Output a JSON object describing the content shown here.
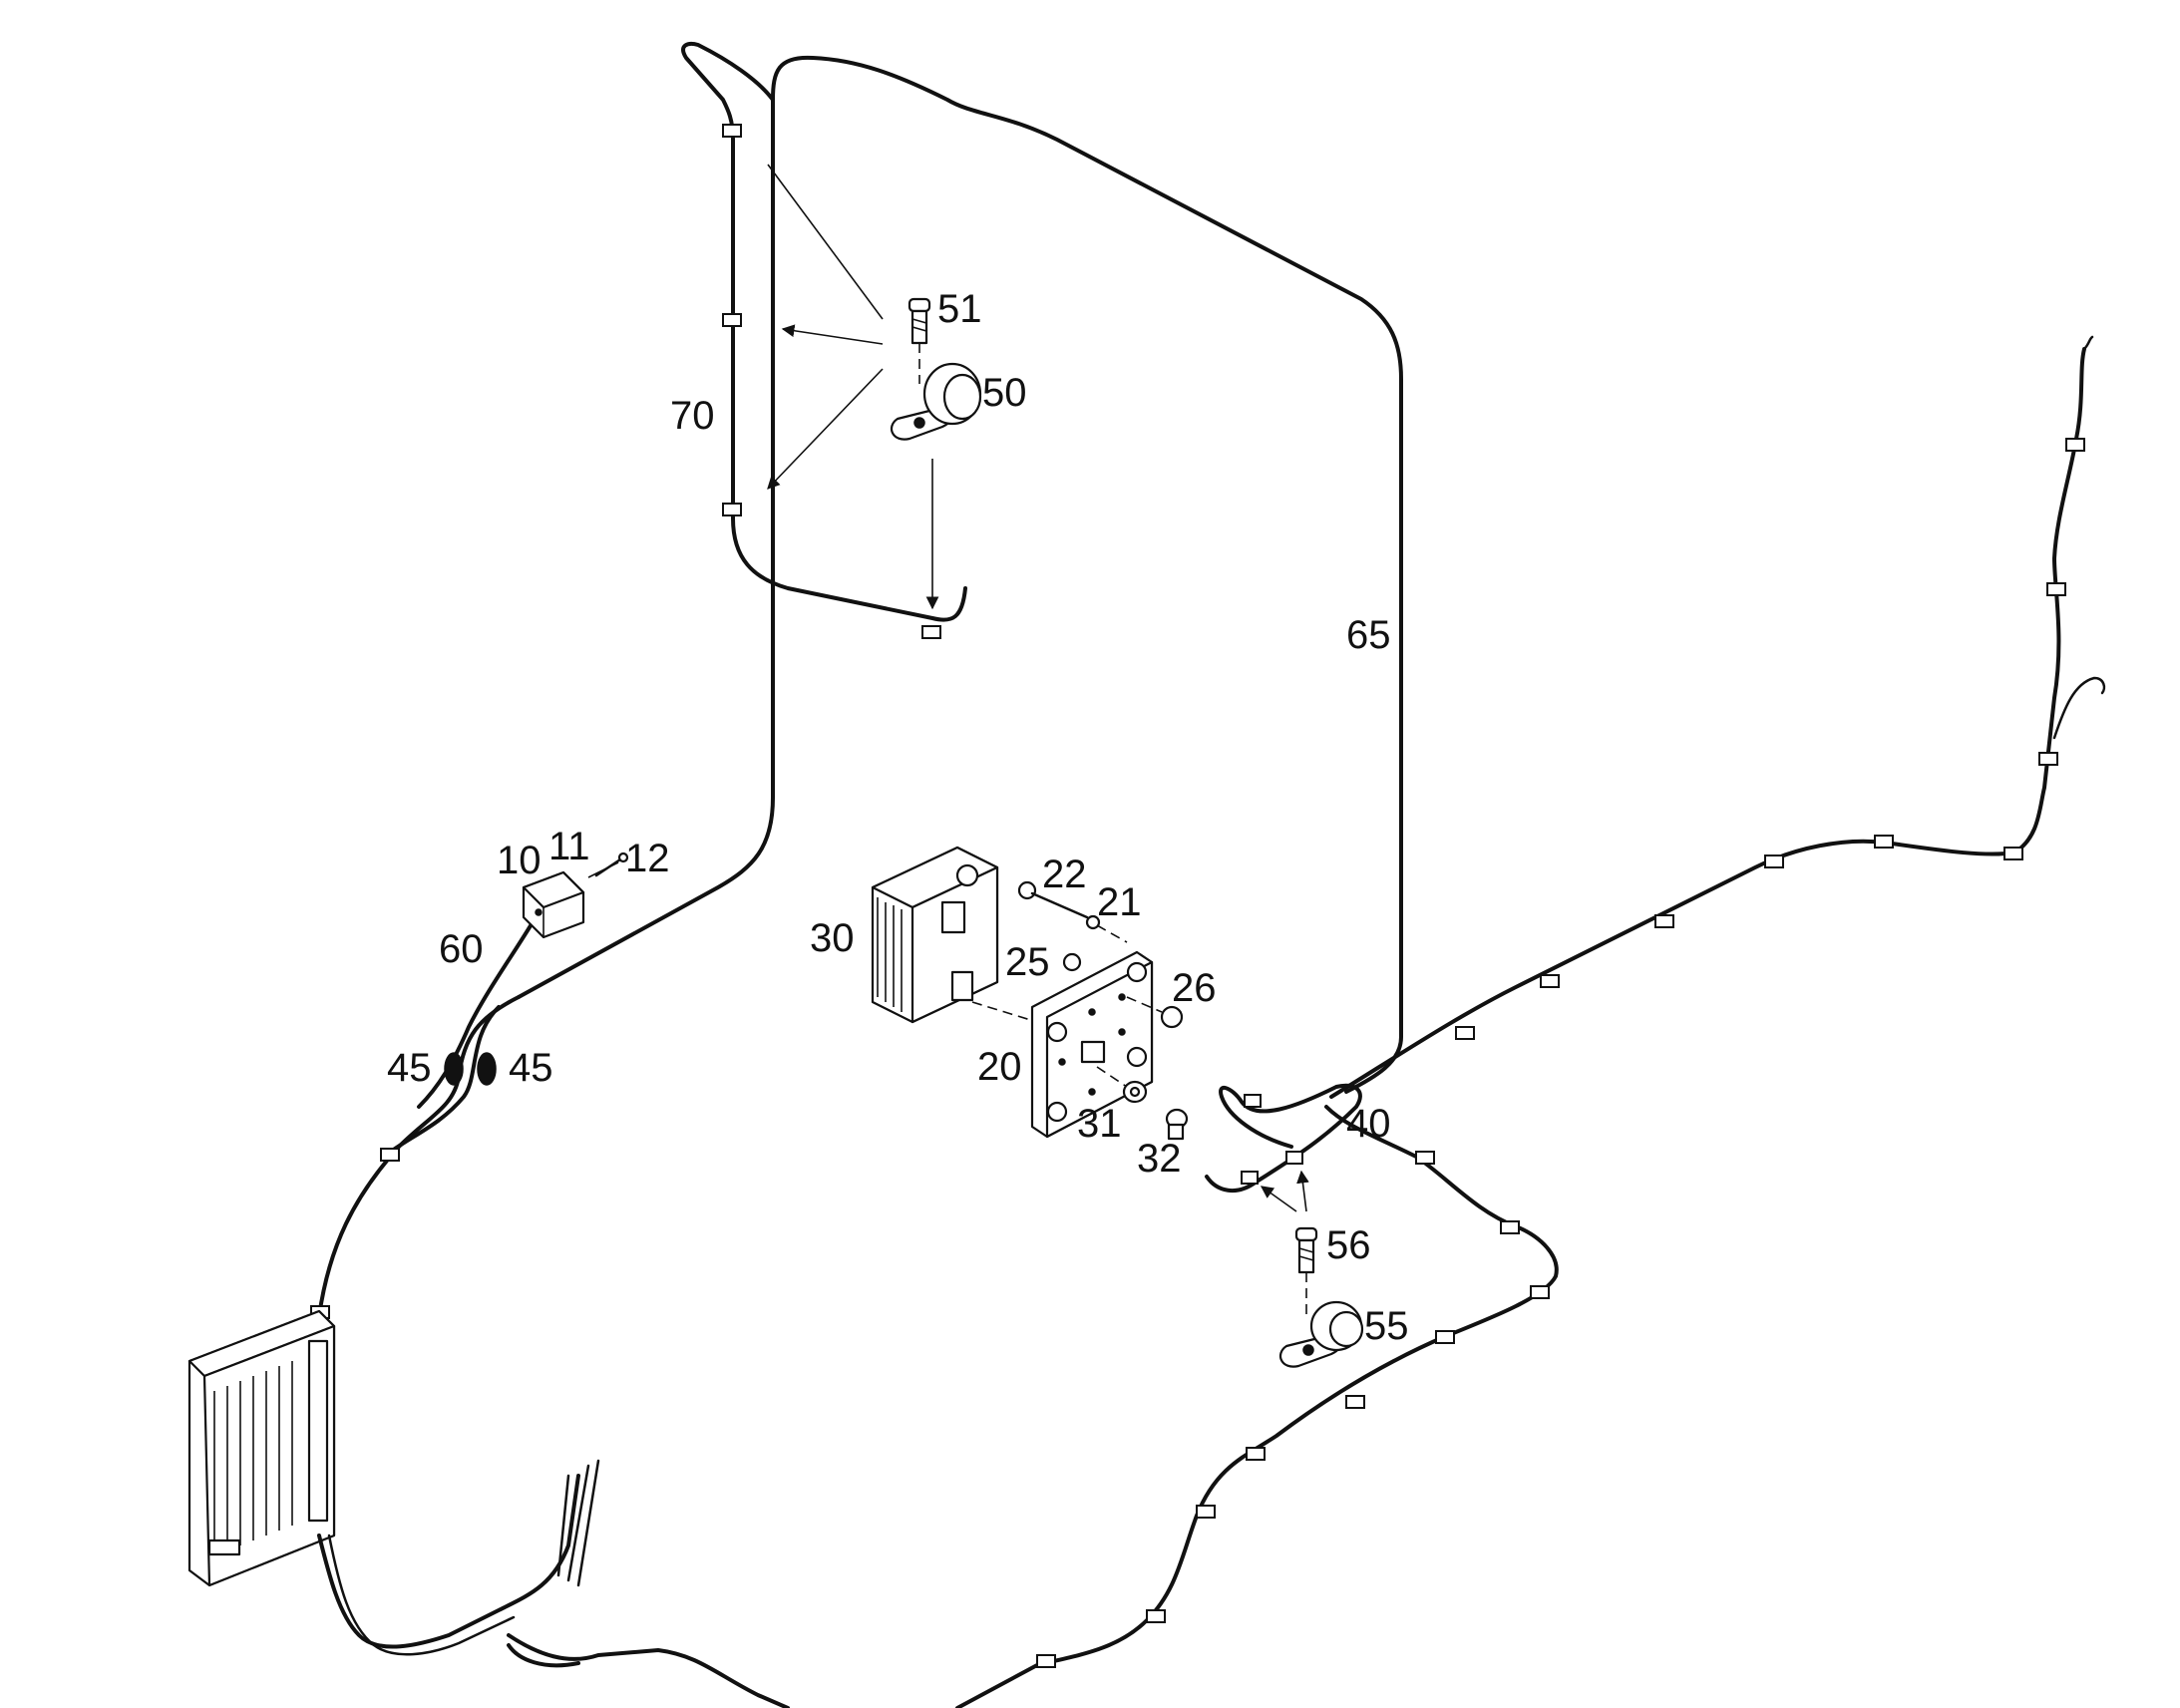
{
  "labels": {
    "l10": "10",
    "l11": "11",
    "l12": "12",
    "l20": "20",
    "l21": "21",
    "l22": "22",
    "l25": "25",
    "l26": "26",
    "l30": "30",
    "l31": "31",
    "l32": "32",
    "l40": "40",
    "l45a": "45",
    "l45b": "45",
    "l50": "50",
    "l51": "51",
    "l55": "55",
    "l56": "56",
    "l60": "60",
    "l65": "65",
    "l70": "70"
  }
}
